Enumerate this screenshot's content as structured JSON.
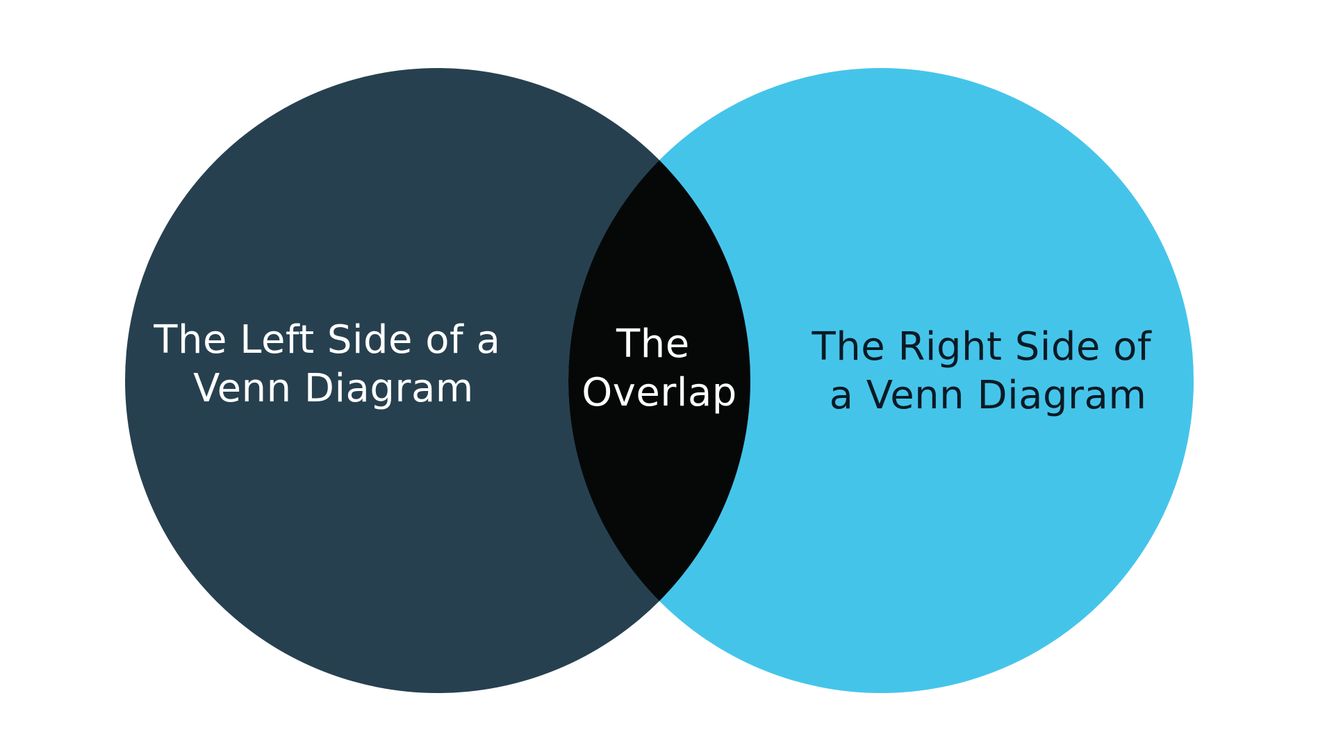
{
  "diagram": {
    "left": {
      "lines": [
        "The Left Side of a",
        "Venn Diagram"
      ],
      "fill": "#27404F",
      "text_color": "#FFFFFF"
    },
    "overlap": {
      "lines": [
        "The",
        "Overlap"
      ],
      "fill": "#060808",
      "text_color": "#FFFFFF"
    },
    "right": {
      "lines": [
        "The Right Side of",
        "a Venn Diagram"
      ],
      "fill": "#45C4EA",
      "text_color": "#0A1A24"
    },
    "background": "#FFFFFF"
  }
}
